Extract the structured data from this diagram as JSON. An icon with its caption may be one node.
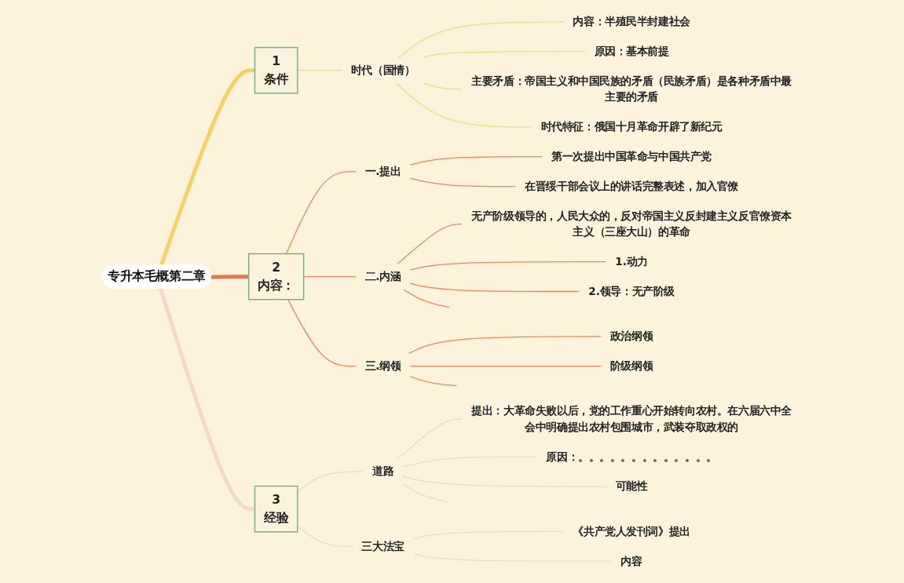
{
  "diagram": {
    "nodes": [
      {
        "text": [
          "专升本毛概第二章"
        ]
      },
      {
        "text": [
          "1",
          "条件"
        ]
      },
      {
        "text": [
          "时代（国情）"
        ]
      },
      {
        "text": [
          "内容：半殖民半封建社会"
        ]
      },
      {
        "text": [
          "原因：基本前提"
        ]
      },
      {
        "text": [
          "主要矛盾：帝国主义和中国民族的矛盾（民族矛盾）是各种矛盾中最主要的矛盾"
        ]
      },
      {
        "text": [
          "时代特征：俄国十月革命开辟了新纪元"
        ]
      },
      {
        "text": [
          "2",
          "内容："
        ]
      },
      {
        "text": [
          "一.提出"
        ]
      },
      {
        "text": [
          "第一次提出中国革命与中国共产党"
        ]
      },
      {
        "text": [
          "在晋绥干部会议上的讲话完整表述，加入官僚"
        ]
      },
      {
        "text": [
          "二.内涵"
        ]
      },
      {
        "text": [
          "无产阶级领导的，人民大众的，反对帝国主义反封建主义反官僚资本主义（三座大山）的革命"
        ]
      },
      {
        "text": [
          "1.动力"
        ]
      },
      {
        "text": [
          "2.领导：无产阶级"
        ]
      },
      {
        "text": [
          "三.纲领"
        ]
      },
      {
        "text": [
          "政治纲领"
        ]
      },
      {
        "text": [
          "阶级纲领"
        ]
      },
      {
        "text": [
          "3",
          "经验"
        ]
      },
      {
        "text": [
          "道路"
        ]
      },
      {
        "text": [
          "提出：大革命失败以后，党的工作重心开始转向农村。在六届六中全会中明确提出农村包围城市，武装夺取政权的"
        ]
      },
      {
        "text": [
          "原因：。。。。。。。。。。。。。"
        ]
      },
      {
        "text": [
          "可能性"
        ]
      },
      {
        "text": [
          "三大法宝"
        ]
      },
      {
        "text": [
          "《共产党人发刊词》提出"
        ]
      },
      {
        "text": [
          "内容"
        ]
      }
    ],
    "edges": [
      {
        "from": 0,
        "to": 1,
        "arrow": "none",
        "style": "thick",
        "color": "#f7d064"
      },
      {
        "from": 1,
        "to": 2,
        "arrow": "none",
        "color": "#f9d77e"
      },
      {
        "from": 2,
        "to": 3,
        "arrow": "none",
        "color": "#f9d77e"
      },
      {
        "from": 2,
        "to": 4,
        "arrow": "none",
        "color": "#f9d77e"
      },
      {
        "from": 2,
        "to": 5,
        "arrow": "none",
        "color": "#f9d77e"
      },
      {
        "from": 2,
        "to": 6,
        "arrow": "none",
        "color": "#f9d77e"
      },
      {
        "from": 0,
        "to": 7,
        "arrow": "none",
        "style": "thick",
        "color": "#e07850"
      },
      {
        "from": 7,
        "to": 8,
        "arrow": "none"
      },
      {
        "from": 8,
        "to": 9,
        "arrow": "none"
      },
      {
        "from": 8,
        "to": 10,
        "arrow": "none"
      },
      {
        "from": 7,
        "to": 11,
        "arrow": "none"
      },
      {
        "from": 11,
        "to": 12,
        "arrow": "none"
      },
      {
        "from": 11,
        "to": 13,
        "arrow": "none"
      },
      {
        "from": 11,
        "to": 14,
        "arrow": "none"
      },
      {
        "from": 11,
        "to": null,
        "arrow": "none"
      },
      {
        "from": 7,
        "to": 15,
        "arrow": "none"
      },
      {
        "from": 15,
        "to": 16,
        "arrow": "none"
      },
      {
        "from": 15,
        "to": 17,
        "arrow": "none"
      },
      {
        "from": 15,
        "to": null,
        "arrow": "none"
      },
      {
        "from": 0,
        "to": 18,
        "arrow": "none",
        "style": "thick",
        "color": "#f5d5cc"
      },
      {
        "from": 18,
        "to": 19,
        "arrow": "none",
        "color": "#f0d8d0"
      },
      {
        "from": 19,
        "to": 20,
        "arrow": "none",
        "color": "#f0d8d0"
      },
      {
        "from": 19,
        "to": 21,
        "arrow": "none",
        "color": "#f0d8d0"
      },
      {
        "from": 19,
        "to": 22,
        "arrow": "none",
        "color": "#f0d8d0"
      },
      {
        "from": 19,
        "to": null,
        "arrow": "none",
        "color": "#f0d8d0"
      },
      {
        "from": 18,
        "to": 23,
        "arrow": "none",
        "color": "#f0d8d0"
      },
      {
        "from": 23,
        "to": 24,
        "arrow": "none",
        "color": "#f0d8d0"
      },
      {
        "from": 23,
        "to": 25,
        "arrow": "none",
        "color": "#f0d8d0"
      }
    ]
  }
}
